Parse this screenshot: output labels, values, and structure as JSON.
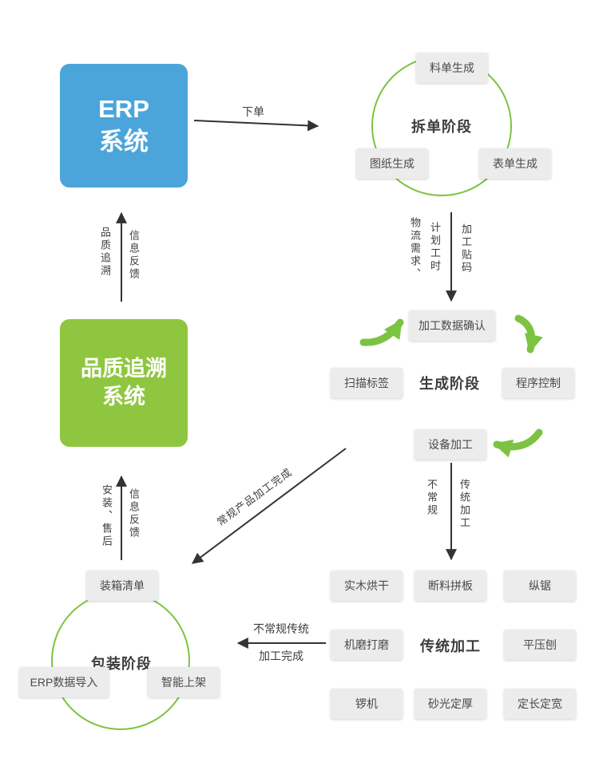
{
  "colors": {
    "erp_blue": "#4BA5DA",
    "quality_green": "#8FC63F",
    "arrow_green": "#7CC342",
    "box_gray": "#ECECEC",
    "arrow_dark": "#333333"
  },
  "erp_box": {
    "line1": "ERP",
    "line2": "系统"
  },
  "quality_box": {
    "line1": "品质追溯",
    "line2": "系统"
  },
  "stage_titles": {
    "split": "拆单阶段",
    "generate": "生成阶段",
    "traditional": "传统加工",
    "packing": "包装阶段"
  },
  "boxes": [
    "料单生成",
    "图纸生成",
    "表单生成",
    "加工数据确认",
    "扫描标签",
    "程序控制",
    "设备加工",
    "实木烘干",
    "断料拼板",
    "纵锯",
    "机磨打磨",
    "平压刨",
    "锣机",
    "砂光定厚",
    "定长定宽",
    "装箱清单",
    "ERP数据导入",
    "智能上架"
  ],
  "arrow_labels": {
    "order": "下单",
    "logistics_demand": "物流需求、",
    "planned_hours": "计划工时",
    "processing_code": "加工贴码",
    "unconventional": "不常规",
    "traditional_processing": "传统加工",
    "regular_product_done": "常规产品加工完成",
    "unconventional_done_line1": "不常规传统",
    "unconventional_done_line2": "加工完成",
    "install_aftersale": "安装、售后",
    "info_feedback_pack": "信息反馈",
    "quality_trace": "品质追溯",
    "info_feedback_erp": "信息反馈"
  }
}
